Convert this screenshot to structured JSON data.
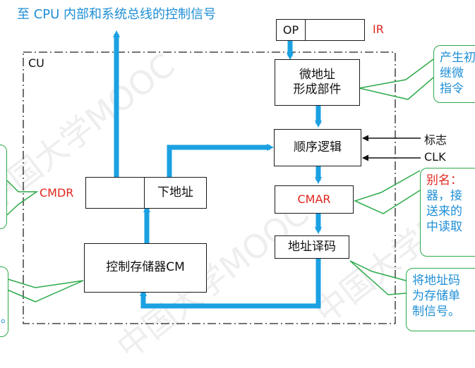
{
  "top_caption": "至 CPU 内部和系统总线的控制信号",
  "cu_label": "CU",
  "ir": {
    "op": "OP",
    "label": "IR"
  },
  "blocks": {
    "micro_addr_gen": [
      "微地址",
      "形成部件"
    ],
    "sequencer": "顺序逻辑",
    "cmar": "CMAR",
    "decoder": "地址译码",
    "control_store": "控制存储器CM",
    "next_addr": "下地址",
    "cmdr": "CMDR"
  },
  "inputs": {
    "flags": "标志",
    "clk": "CLK"
  },
  "watermark": "中国大学MOOC",
  "callouts": {
    "top_right": [
      "产生初",
      "继微",
      "指令"
    ],
    "mid_right": [
      "别名：",
      "器，接",
      "送来的",
      "中读取"
    ],
    "bottom_right": [
      "将地址码",
      "为存储单",
      "制信号。"
    ],
    "bottom_left_fragment": "。"
  },
  "colors": {
    "accent_blue": "#1ba1e2",
    "red": "#e0261e",
    "green": "#2daa4a",
    "title_blue": "#1f8fd6"
  }
}
